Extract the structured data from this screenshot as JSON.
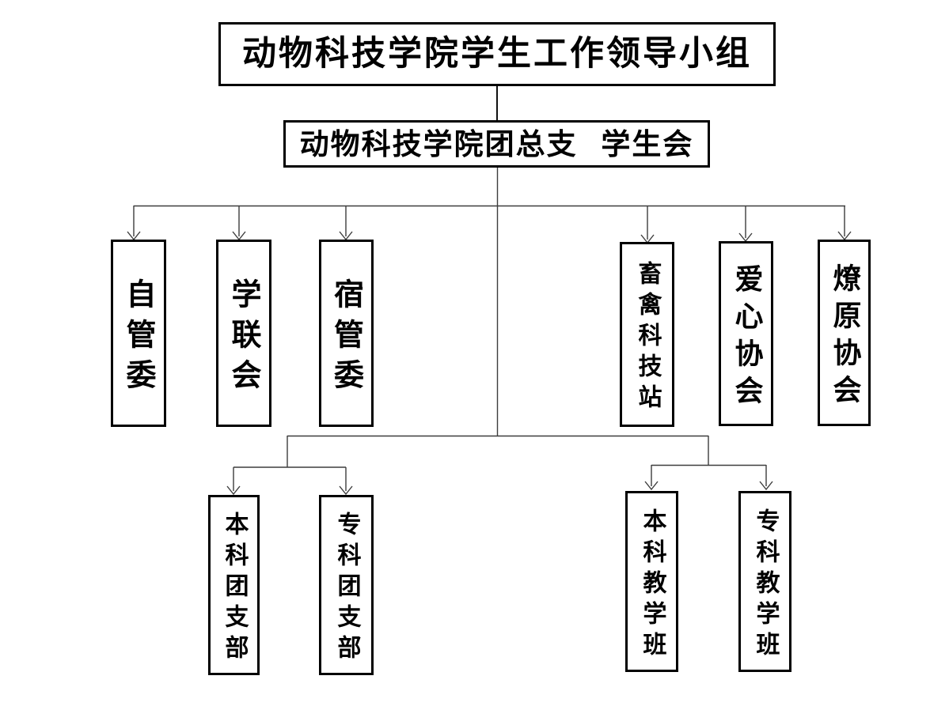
{
  "org_chart": {
    "root": {
      "label": "动物科技学院学生工作领导小组"
    },
    "committee": {
      "label": "动物科技学院团总支  学生会"
    },
    "departments": [
      {
        "label": "自管委"
      },
      {
        "label": "学联会"
      },
      {
        "label": "宿管委"
      },
      {
        "label": "畜禽科技站"
      },
      {
        "label": "爱心协会"
      },
      {
        "label": "燎原协会"
      }
    ],
    "league_branches": [
      {
        "label": "本科团支部"
      },
      {
        "label": "专科团支部"
      }
    ],
    "teaching_classes": [
      {
        "label": "本科教学班"
      },
      {
        "label": "专科教学班"
      }
    ]
  },
  "colors": {
    "background": "#ffffff",
    "box_border": "#000000",
    "text": "#000000",
    "connector_line": "#3d3d3d"
  }
}
